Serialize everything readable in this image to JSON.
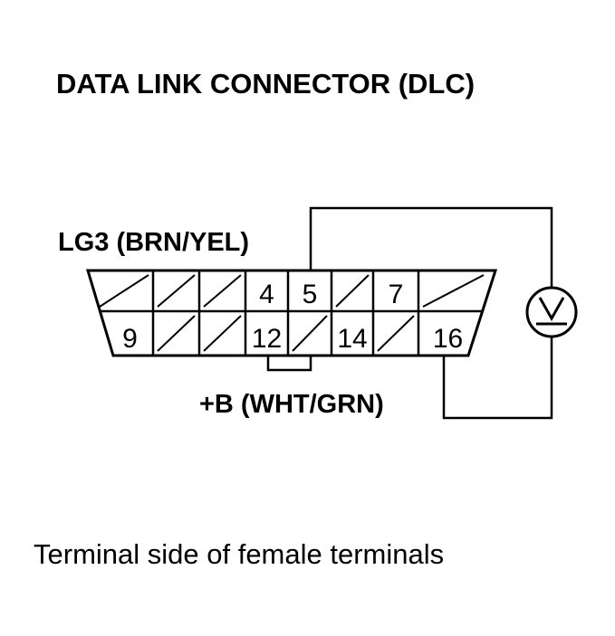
{
  "title": "DATA LINK CONNECTOR (DLC)",
  "wire_top_label": "LG3 (BRN/YEL)",
  "wire_bottom_label": "+B (WHT/GRN)",
  "meter_symbol": "V",
  "caption": "Terminal side of female terminals",
  "connector": {
    "top_row": [
      "",
      "",
      "",
      "4",
      "5",
      "",
      "7",
      ""
    ],
    "bottom_row": [
      "9",
      "",
      "",
      "12",
      "",
      "14",
      "",
      "16"
    ]
  }
}
